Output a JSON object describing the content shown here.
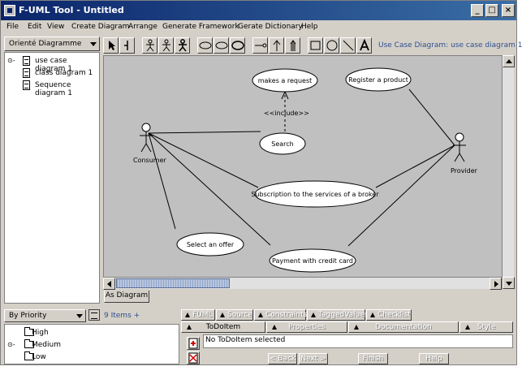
{
  "window": {
    "title": "F-UML Tool - Untitled",
    "minimize": "_",
    "maximize": "□",
    "close": "×"
  },
  "menu": [
    "File",
    "Edit",
    "View",
    "Create Diagram",
    "Arrange",
    "Generate Framework",
    "Gerate Dictionary",
    "Help"
  ],
  "navigator": {
    "perspective": "Orienté Diagramme",
    "items": [
      "use case diagram 1",
      "class diagram 1",
      "Sequence diagram 1"
    ]
  },
  "toolbar": {
    "diagram_caption": "Use Case Diagram: use case diagram 1"
  },
  "diagram": {
    "actors": [
      "Consumer",
      "Provider"
    ],
    "use_cases": [
      "makes a request",
      "Register a product",
      "Search",
      "Subscription to the services of a broker",
      "Select an offer",
      "Payment with credit card"
    ],
    "stereotype": "<<include>>",
    "tab": "As Diagram"
  },
  "todo": {
    "group_by": "By Priority",
    "count": "9 Items +",
    "priorities": [
      "High",
      "Medium",
      "Low"
    ],
    "tabs": [
      "FUML",
      "Source",
      "Constraints",
      "TaggedValues",
      "Checklist"
    ],
    "subtabs": [
      "ToDoItem",
      "Properties",
      "Documentation",
      "Style"
    ],
    "message": "No ToDoItem selected",
    "buttons": [
      "< Back",
      "Next >",
      "Finish",
      "Help"
    ]
  },
  "colors": {
    "title_gradient_start": "#0a246a",
    "title_gradient_end": "#3a6ea5",
    "canvas": "#c0c0c0",
    "caption": "#2f4f8f"
  }
}
